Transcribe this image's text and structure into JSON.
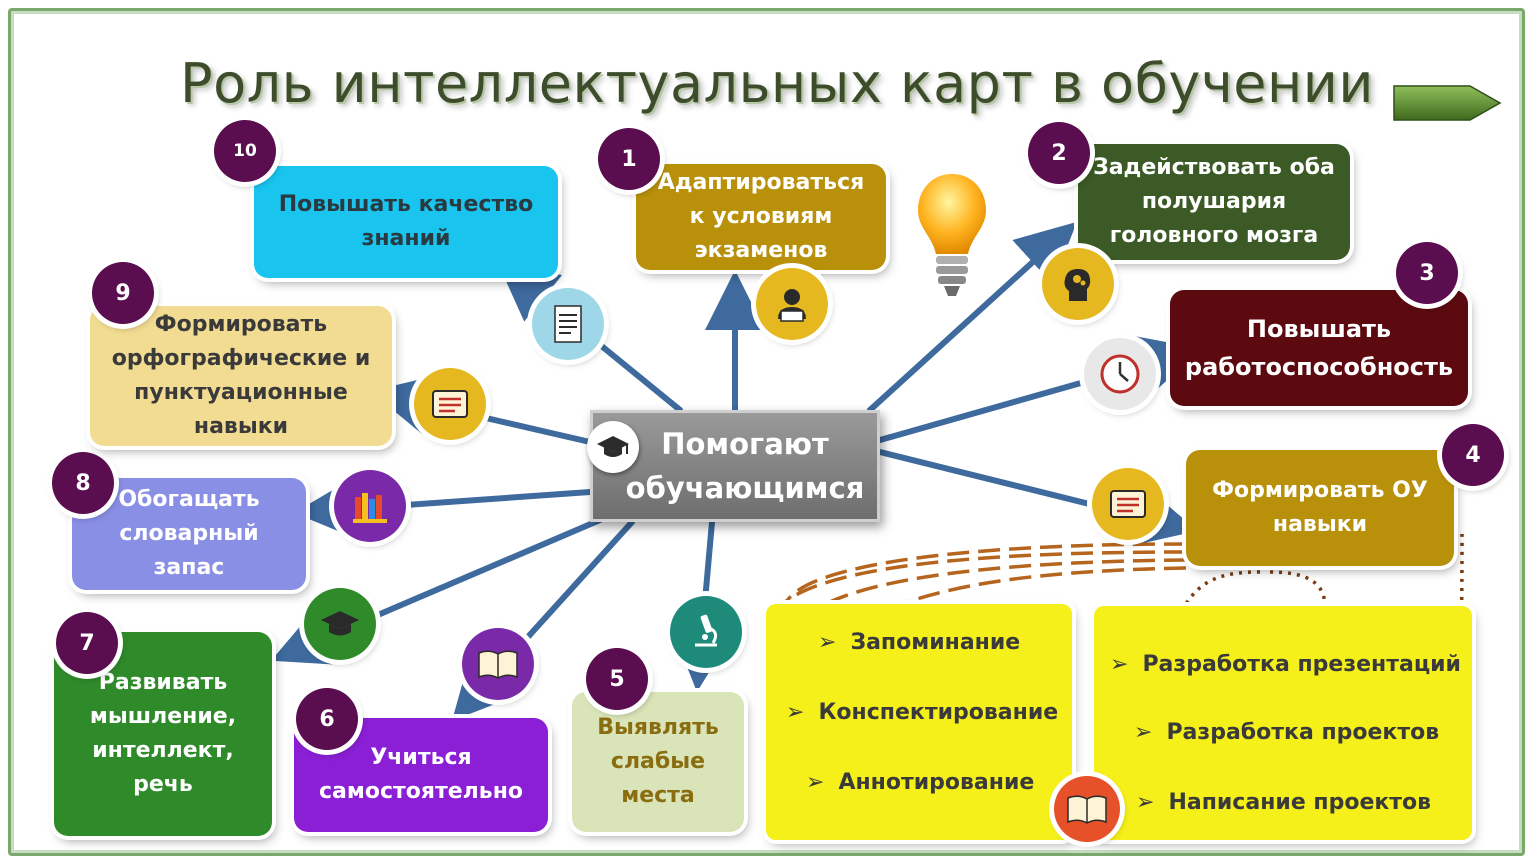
{
  "title": "Роль интеллектуальных карт в обучении",
  "center": {
    "label_line1": "Помогают",
    "label_line2": "обучающимся",
    "icon": "graduation-cap-icon"
  },
  "nodes": [
    {
      "number": "1",
      "text_lines": [
        "Адаптироваться",
        "к условиям",
        "экзаменов"
      ],
      "color": "#b8900a",
      "icon": "person-laptop-icon"
    },
    {
      "number": "2",
      "text_lines": [
        "Задействовать оба",
        "полушария",
        "головного мозга"
      ],
      "color": "#3b5a25",
      "icon": "head-gears-icon"
    },
    {
      "number": "3",
      "text_lines": [
        "Повышать",
        "работоспособность"
      ],
      "color": "#5c0a10",
      "icon": "clock-icon"
    },
    {
      "number": "4",
      "text_lines": [
        "Формировать ОУ",
        "навыки"
      ],
      "color": "#b8900a",
      "icon": "checklist-icon"
    },
    {
      "number": "5",
      "text_lines": [
        "Выявлять",
        "слабые",
        "места"
      ],
      "color": "#d9e4b8",
      "icon": "microscope-icon"
    },
    {
      "number": "6",
      "text_lines": [
        "Учиться",
        "самостоятельно"
      ],
      "color": "#8a1fd6",
      "icon": "open-book-icon"
    },
    {
      "number": "7",
      "text_lines": [
        "Развивать",
        "мышление,",
        "интеллект,",
        "речь"
      ],
      "color": "#2f8a2a",
      "icon": "graduation-hat-icon"
    },
    {
      "number": "8",
      "text_lines": [
        "Обогащать",
        "словарный",
        "запас"
      ],
      "color": "#8a8fe6",
      "icon": "books-icon"
    },
    {
      "number": "9",
      "text_lines": [
        "Формировать",
        "орфографические и",
        "пунктуационные",
        "навыки"
      ],
      "color": "#f2dc92",
      "icon": "checklist-icon"
    },
    {
      "number": "10",
      "text_lines": [
        "Повышать качество",
        "знаний"
      ],
      "color": "#19c4ee",
      "icon": "test-sheet-icon"
    }
  ],
  "list_left": {
    "color": "#f5f01a",
    "items": [
      "Запоминание",
      "Конспектирование",
      "Аннотирование"
    ]
  },
  "list_right": {
    "color": "#f5f01a",
    "items": [
      "Разработка презентаций",
      "Разработка проектов",
      "Написание проектов"
    ],
    "icon": "open-book-icon"
  },
  "bullet": "➢",
  "colors": {
    "connector": "#3e6a9e",
    "dashed": "#b5651d",
    "dotted": "#7a3b10",
    "badge": "#5a0d4f",
    "frame": "#7aa86a"
  }
}
